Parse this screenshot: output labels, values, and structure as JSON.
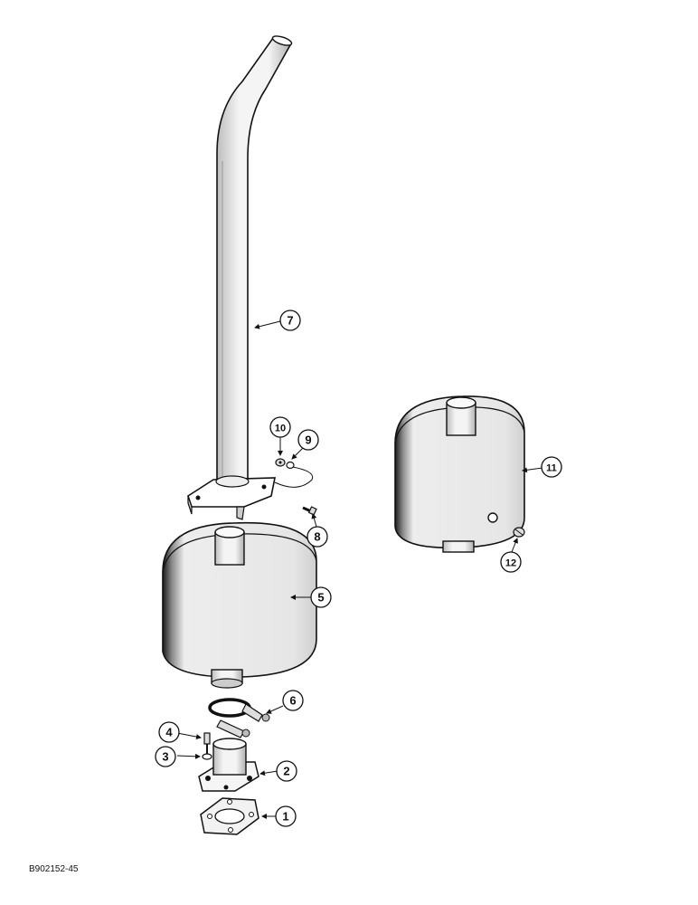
{
  "figure": {
    "id": "B902152-45",
    "callouts": [
      "1",
      "2",
      "3",
      "4",
      "5",
      "6",
      "7",
      "8",
      "9",
      "10",
      "11",
      "12"
    ]
  },
  "colors": {
    "ink": "#111111",
    "paper": "#ffffff",
    "shade": "#d9d9d9"
  }
}
